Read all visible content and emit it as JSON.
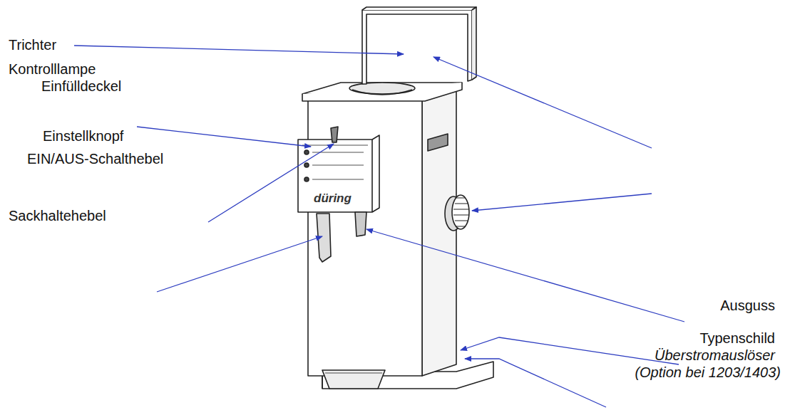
{
  "diagram": {
    "labels": [
      "Trichter",
      "Kontrolllampe",
      "Einfülldeckel",
      "Einstellknopf",
      "EIN/AUS-Schalthebel",
      "Sackhaltehebel",
      "Ausguss",
      "Typenschild",
      "Überstromauslöser",
      "(Option bei 1203/1403)",
      "düring"
    ]
  }
}
